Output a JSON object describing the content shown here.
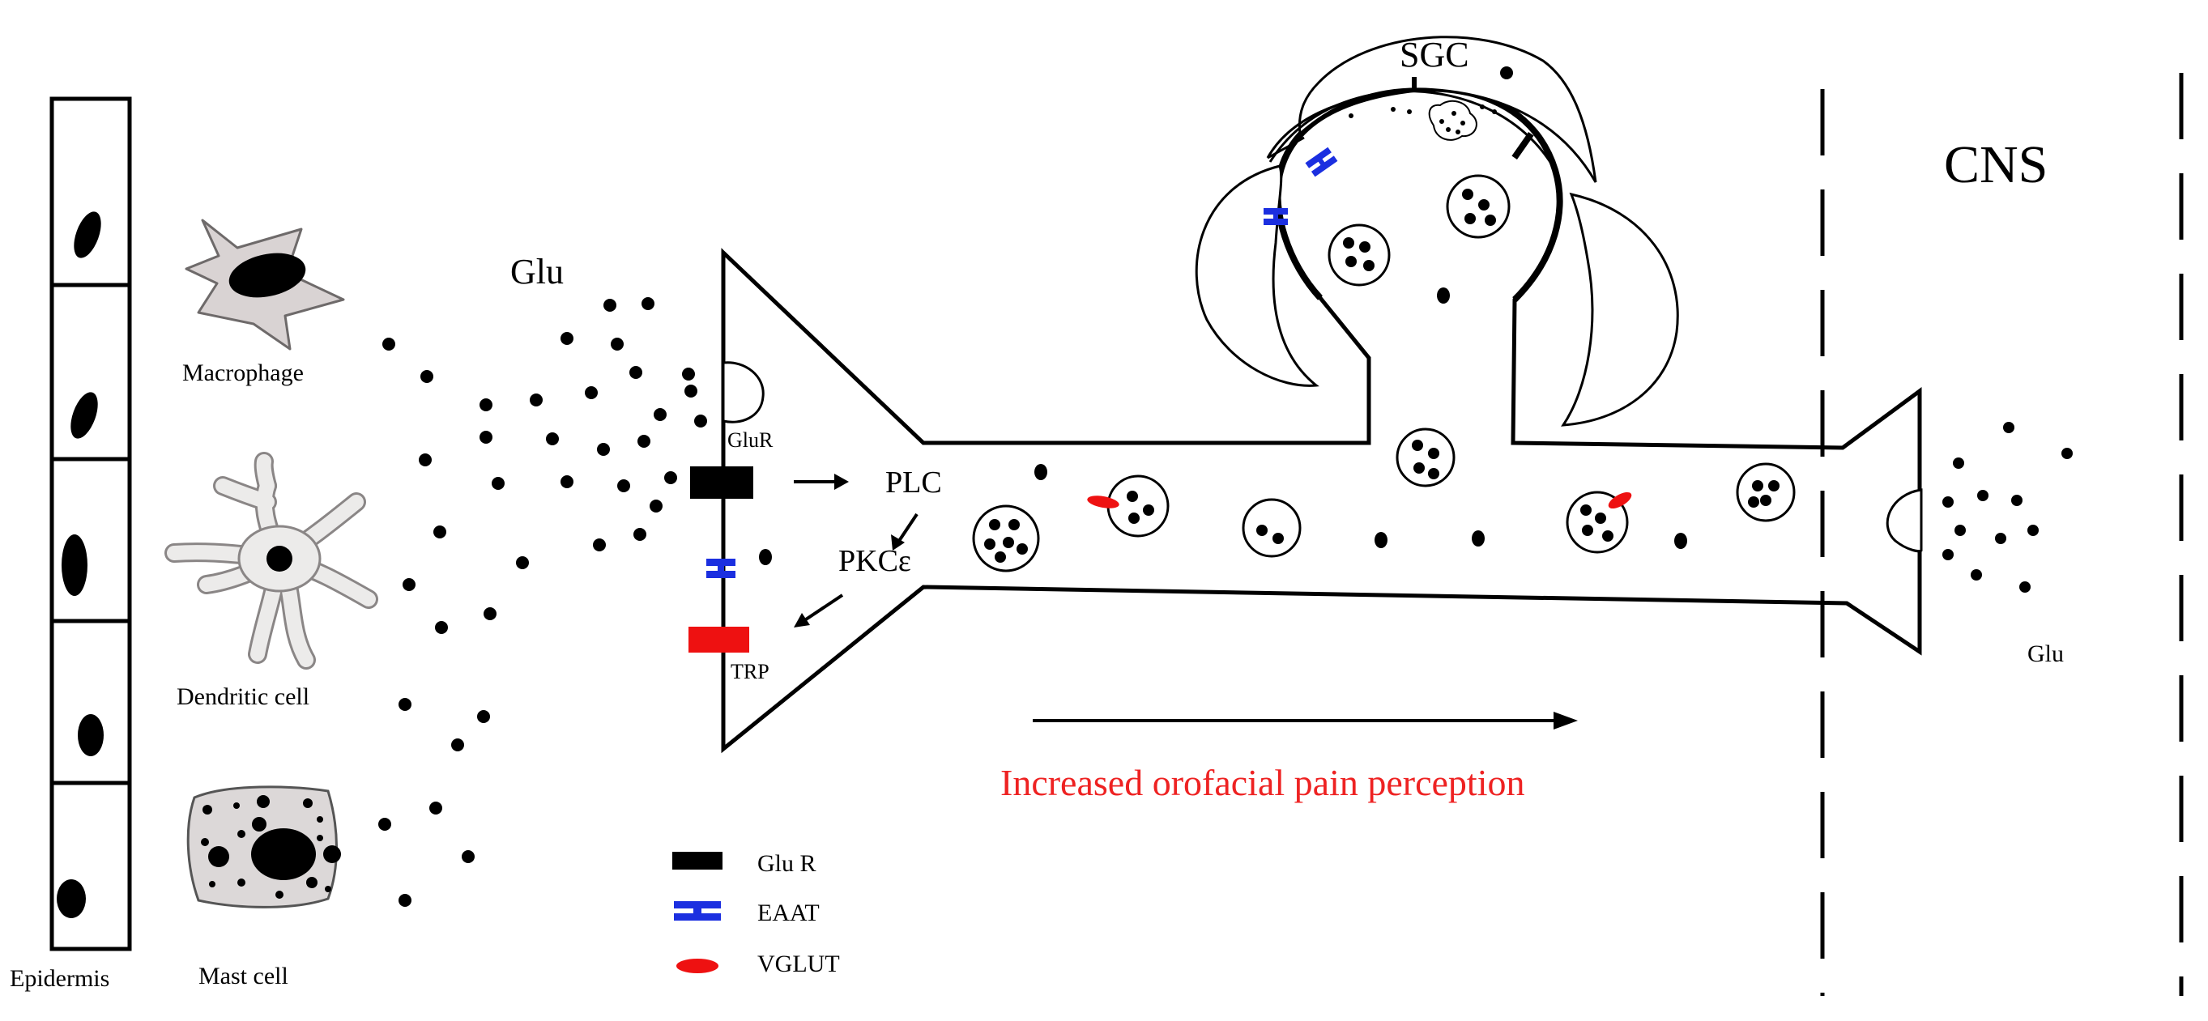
{
  "labels": {
    "glu_left": "Glu",
    "macrophage": "Macrophage",
    "dendritic": "Dendritic cell",
    "mast": "Mast cell",
    "epidermis": "Epidermis",
    "glur": "GluR",
    "plc": "PLC",
    "pkc": "PKCε",
    "trp": "TRP",
    "sgc": "SGC",
    "cns": "CNS",
    "glu_right": "Glu",
    "pain": "Increased orofacial pain perception"
  },
  "legend": [
    {
      "label": "Glu R",
      "symbol": "black-bar"
    },
    {
      "label": "EAAT",
      "symbol": "blue-double-bar"
    },
    {
      "label": "VGLUT",
      "symbol": "red-ellipse"
    }
  ],
  "colors": {
    "ink": "#000000",
    "receptor_glur": "#000000",
    "eaat": "#1b2fe0",
    "vglut": "#ee1111",
    "trp": "#ee1111",
    "pain_text": "#ee2222",
    "cell_fill": "#d9d3d3",
    "cell_fill_light": "#ecebea"
  }
}
